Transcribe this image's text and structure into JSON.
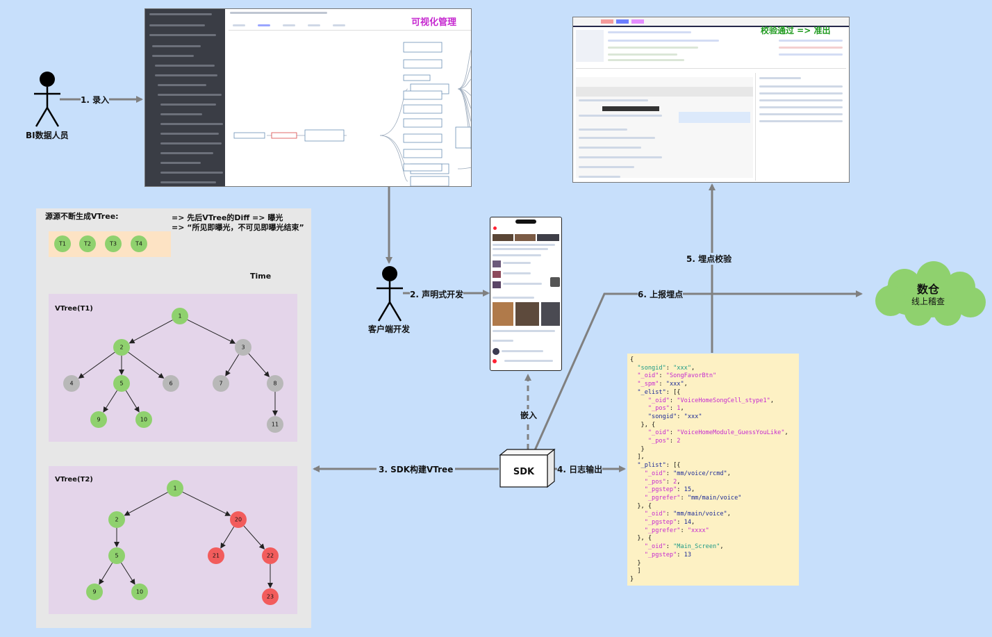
{
  "actors": {
    "bi": "BI数据人员",
    "client": "客户端开发"
  },
  "steps": {
    "s1": "1. 录入",
    "s2": "2. 声明式开发",
    "s3": "3. SDK构建VTree",
    "s4": "4. 日志输出",
    "s5": "5. 埋点校验",
    "s6": "6. 上报埋点",
    "embed": "嵌入"
  },
  "sdk_label": "SDK",
  "screens": {
    "visual_title": "可视化管理",
    "verify_title": "校验通过 => 准出"
  },
  "warehouse": {
    "title": "数仓",
    "subtitle": "线上稽查"
  },
  "vtree_panel": {
    "header": "源源不断生成VTree:",
    "note_line1": "=> 先后VTree的Diff => 曝光",
    "note_line2": "=> “所见即曝光，不可见即曝光结束”",
    "time_label": "Time",
    "timeline": [
      "T1",
      "T2",
      "T3",
      "T4"
    ],
    "tree1": {
      "title": "VTree(T1)",
      "nodes": [
        "1",
        "2",
        "3",
        "4",
        "5",
        "6",
        "7",
        "8",
        "9",
        "10",
        "11"
      ]
    },
    "tree2": {
      "title": "VTree(T2)",
      "nodes": [
        "1",
        "2",
        "20",
        "5",
        "21",
        "22",
        "9",
        "10",
        "23"
      ]
    }
  },
  "colors": {
    "background": "#c7dffb",
    "node_green": "#8fd16e",
    "node_gray": "#b8b8b8",
    "node_red": "#f25c5c",
    "panel_gray": "#e7e7e7",
    "tree_purple": "#e4d5ea",
    "timeline_orange": "#fde3c4",
    "json_yellow": "#fdf1c4",
    "arrow": "#808080"
  },
  "json_lines": [
    [
      [
        "p",
        "{"
      ]
    ],
    [
      [
        "p",
        "  "
      ],
      [
        "s",
        "\"songid\""
      ],
      [
        "p",
        ": "
      ],
      [
        "s",
        "\"xxx\""
      ],
      [
        "p",
        ","
      ]
    ],
    [
      [
        "p",
        "  "
      ],
      [
        "k",
        "\"_oid\""
      ],
      [
        "p",
        ": "
      ],
      [
        "k",
        "\"SongFavorBtn\""
      ]
    ],
    [
      [
        "p",
        "  "
      ],
      [
        "k",
        "\"_spm\""
      ],
      [
        "p",
        ": "
      ],
      [
        "v",
        "\"xxx\""
      ],
      [
        "p",
        ","
      ]
    ],
    [
      [
        "p",
        "  "
      ],
      [
        "v",
        "\"_elist\""
      ],
      [
        "p",
        ": [{"
      ]
    ],
    [
      [
        "p",
        "     "
      ],
      [
        "k",
        "\"_oid\""
      ],
      [
        "p",
        ": "
      ],
      [
        "k",
        "\"VoiceHomeSongCell_stype1\""
      ],
      [
        "p",
        ","
      ]
    ],
    [
      [
        "p",
        "     "
      ],
      [
        "k",
        "\"_pos\""
      ],
      [
        "p",
        ": "
      ],
      [
        "k",
        "1"
      ],
      [
        "p",
        ","
      ]
    ],
    [
      [
        "p",
        "     "
      ],
      [
        "v",
        "\"songid\""
      ],
      [
        "p",
        ": "
      ],
      [
        "v",
        "\"xxx\""
      ]
    ],
    [
      [
        "p",
        "   }, {"
      ]
    ],
    [
      [
        "p",
        "     "
      ],
      [
        "k",
        "\"_oid\""
      ],
      [
        "p",
        ": "
      ],
      [
        "k",
        "\"VoiceHomeModule_GuessYouLike\""
      ],
      [
        "p",
        ","
      ]
    ],
    [
      [
        "p",
        "     "
      ],
      [
        "k",
        "\"_pos\""
      ],
      [
        "p",
        ": "
      ],
      [
        "k",
        "2"
      ]
    ],
    [
      [
        "p",
        "   }"
      ]
    ],
    [
      [
        "p",
        "  ],"
      ]
    ],
    [
      [
        "p",
        "  "
      ],
      [
        "v",
        "\"_plist\""
      ],
      [
        "p",
        ": [{"
      ]
    ],
    [
      [
        "p",
        "    "
      ],
      [
        "k",
        "\"_oid\""
      ],
      [
        "p",
        ": "
      ],
      [
        "v",
        "\"mm/voice/rcmd\""
      ],
      [
        "p",
        ","
      ]
    ],
    [
      [
        "p",
        "    "
      ],
      [
        "k",
        "\"_pos\""
      ],
      [
        "p",
        ": "
      ],
      [
        "k",
        "2"
      ],
      [
        "p",
        ","
      ]
    ],
    [
      [
        "p",
        "    "
      ],
      [
        "k",
        "\"_pgstep\""
      ],
      [
        "p",
        ": "
      ],
      [
        "v",
        "15"
      ],
      [
        "p",
        ","
      ]
    ],
    [
      [
        "p",
        "    "
      ],
      [
        "k",
        "\"_pgrefer\""
      ],
      [
        "p",
        ": "
      ],
      [
        "v",
        "\"mm/main/voice\""
      ]
    ],
    [
      [
        "p",
        "  }, {"
      ]
    ],
    [
      [
        "p",
        "    "
      ],
      [
        "k",
        "\"_oid\""
      ],
      [
        "p",
        ": "
      ],
      [
        "v",
        "\"mm/main/voice\""
      ],
      [
        "p",
        ","
      ]
    ],
    [
      [
        "p",
        "    "
      ],
      [
        "k",
        "\"_pgstep\""
      ],
      [
        "p",
        ": "
      ],
      [
        "v",
        "14"
      ],
      [
        "p",
        ","
      ]
    ],
    [
      [
        "p",
        "    "
      ],
      [
        "k",
        "\"_pgrefer\""
      ],
      [
        "p",
        ": "
      ],
      [
        "k",
        "\"xxxx\""
      ]
    ],
    [
      [
        "p",
        "  }, {"
      ]
    ],
    [
      [
        "p",
        "    "
      ],
      [
        "k",
        "\"_oid\""
      ],
      [
        "p",
        ": "
      ],
      [
        "s",
        "\"Main_Screen\""
      ],
      [
        "p",
        ","
      ]
    ],
    [
      [
        "p",
        "    "
      ],
      [
        "k",
        "\"_pgstep\""
      ],
      [
        "p",
        ": "
      ],
      [
        "v",
        "13"
      ]
    ],
    [
      [
        "p",
        "  }"
      ]
    ],
    [
      [
        "p",
        "  ]"
      ]
    ],
    [
      [
        "p",
        "}"
      ]
    ]
  ]
}
